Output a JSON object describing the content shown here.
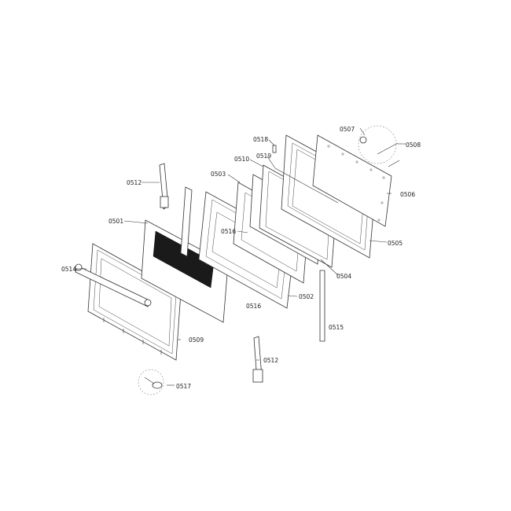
{
  "callouts": {
    "c0501": "0501",
    "c0502": "0502",
    "c0503": "0503",
    "c0504": "0504",
    "c0505": "0505",
    "c0506": "0506",
    "c0507": "0507",
    "c0508": "0508",
    "c0509": "0509",
    "c0510": "0510",
    "c0512a": "0512",
    "c0512b": "0512",
    "c0514": "0514",
    "c0515": "0515",
    "c0516a": "0516",
    "c0516b": "0516",
    "c0517": "0517",
    "c0518": "0518",
    "c0519": "0519"
  }
}
